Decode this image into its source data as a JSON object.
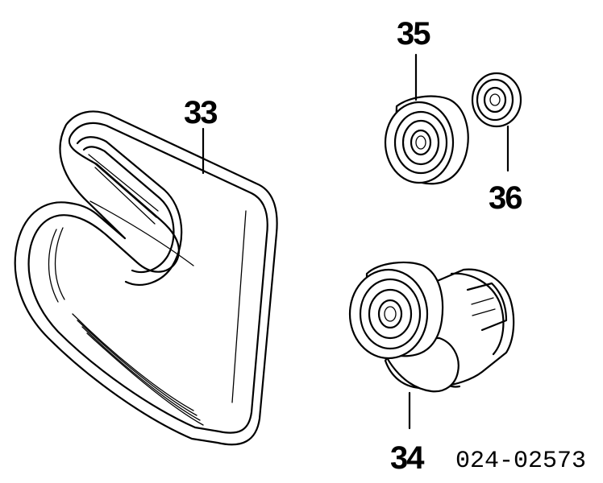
{
  "parts": [
    {
      "callout": "33",
      "icon": "serpentine-belt-icon"
    },
    {
      "callout": "34",
      "icon": "belt-tensioner-icon"
    },
    {
      "callout": "35",
      "icon": "idler-pulley-icon"
    },
    {
      "callout": "36",
      "icon": "dust-cap-icon"
    }
  ],
  "diagram_code": "024-02573"
}
